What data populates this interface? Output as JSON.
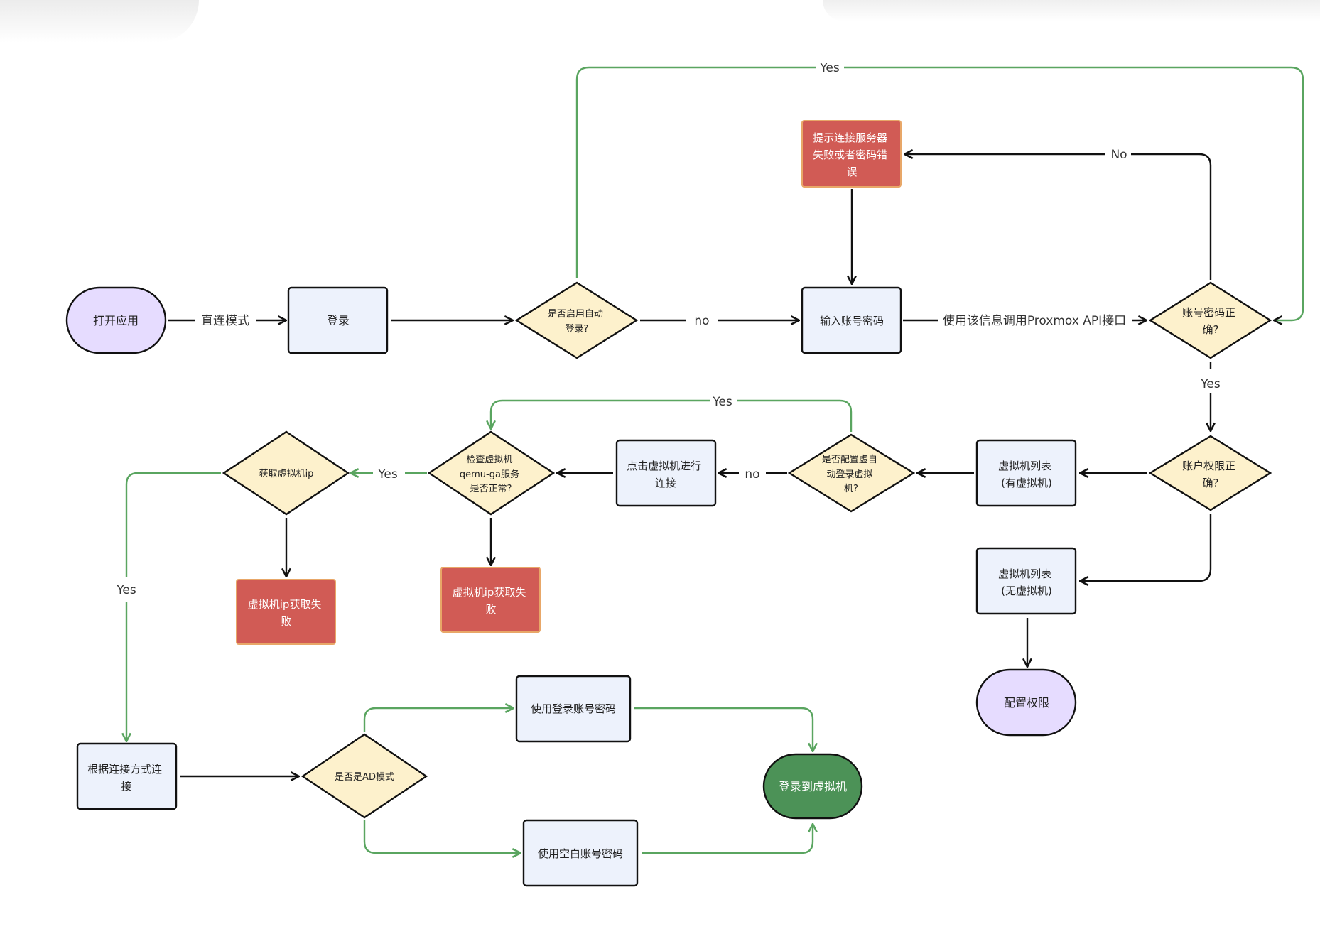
{
  "colors": {
    "terminal_fill": "#e6dcff",
    "process_fill": "#edf2fc",
    "decision_fill": "#fdf1cc",
    "error_fill": "#d15b55",
    "error_border": "#e8a768",
    "success_fill": "#4c9257",
    "green_line": "#5aa560",
    "black_line": "#111111"
  },
  "nodes": {
    "open_app": [
      "打开应用"
    ],
    "login": [
      "登录"
    ],
    "auto_login_q": [
      "是否启用自动",
      "登录?"
    ],
    "conn_fail_msg": [
      "提示连接服务器",
      "失败或者密码错",
      "误"
    ],
    "input_credentials": [
      "输入账号密码"
    ],
    "credentials_ok_q": [
      "账号密码正",
      "确?"
    ],
    "permission_ok_q": [
      "账户权限正",
      "确?"
    ],
    "vm_list_has": [
      "虚拟机列表",
      "(有虚拟机)"
    ],
    "vm_list_none": [
      "虚拟机列表",
      "(无虚拟机)"
    ],
    "config_permission": [
      "配置权限"
    ],
    "auto_login_vm_q": [
      "是否配置虚自",
      "动登录虚拟",
      "机?"
    ],
    "click_vm": [
      "点击虚拟机进行",
      "连接"
    ],
    "check_qemu_q": [
      "检查虚拟机",
      "qemu-ga服务",
      "是否正常?"
    ],
    "vm_ip_fail_2": [
      "虚拟机ip获取失",
      "败"
    ],
    "get_vm_ip_q": [
      "获取虚拟机ip"
    ],
    "vm_ip_fail_1": [
      "虚拟机ip获取失",
      "败"
    ],
    "connect_by_method": [
      "根据连接方式连",
      "接"
    ],
    "is_ad_q": [
      "是否是AD模式"
    ],
    "use_login_credentials": [
      "使用登录账号密码"
    ],
    "use_blank_credentials": [
      "使用空白账号密码"
    ],
    "login_to_vm": [
      "登录到虚拟机"
    ]
  },
  "edge_labels": {
    "direct_mode": "直连模式",
    "auto_login_no": "no",
    "auto_login_yes": "Yes",
    "call_api": "使用该信息调用Proxmox API接口",
    "credentials_no": "No",
    "credentials_yes": "Yes",
    "auto_vm_no": "no",
    "auto_vm_yes": "Yes",
    "qemu_yes": "Yes",
    "get_ip_yes": "Yes"
  }
}
